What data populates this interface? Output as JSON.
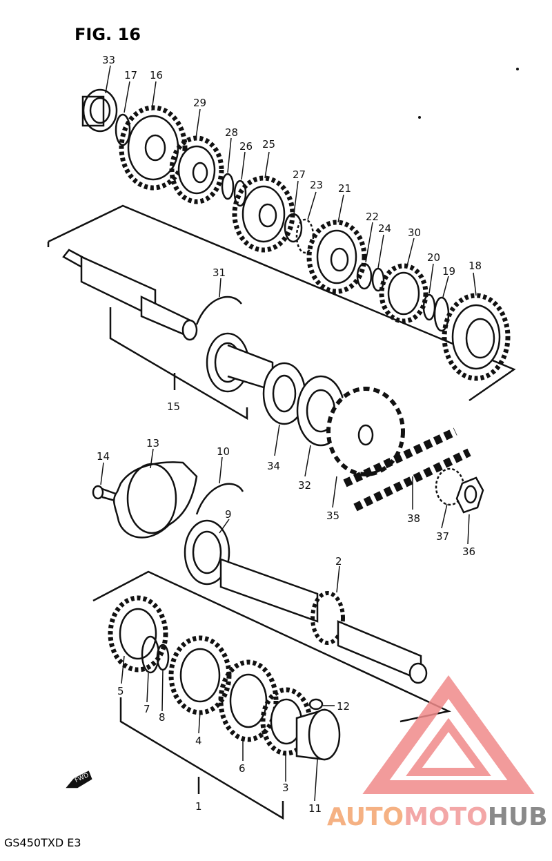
{
  "figure": {
    "title": "FIG. 16"
  },
  "model_code": "GS450TXD  E3",
  "fwd_marker": "FWD",
  "watermark": {
    "part1": "AUTO",
    "part2": "MOTO",
    "part3": "HUB",
    "color1": "#f5b183",
    "color2": "#f3a7a7",
    "color3": "#8a8a8a",
    "logo_color": "#f08a8a"
  },
  "callouts": [
    "1",
    "2",
    "3",
    "4",
    "5",
    "6",
    "7",
    "8",
    "9",
    "10",
    "11",
    "12",
    "13",
    "14",
    "15",
    "16",
    "17",
    "18",
    "19",
    "20",
    "21",
    "22",
    "23",
    "24",
    "25",
    "26",
    "27",
    "28",
    "29",
    "30",
    "31",
    "32",
    "33",
    "34",
    "35",
    "36",
    "37",
    "38"
  ]
}
